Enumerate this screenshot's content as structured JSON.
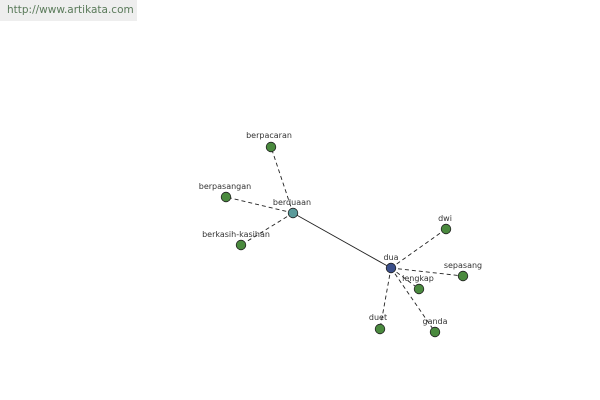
{
  "site_url": "http://www.artikata.com",
  "colors": {
    "center_node": "#3b4f8a",
    "hub_node": "#5a9a9a",
    "leaf_node": "#4a8a3e",
    "edge": "#222222"
  },
  "graph": {
    "nodes": [
      {
        "id": "dua",
        "label": "dua",
        "kind": "center"
      },
      {
        "id": "berduaan",
        "label": "berduaan",
        "kind": "hub"
      },
      {
        "id": "berpacaran",
        "label": "berpacaran",
        "kind": "leaf"
      },
      {
        "id": "berpasangan",
        "label": "berpasangan",
        "kind": "leaf"
      },
      {
        "id": "berkasih-kasihan",
        "label": "berkasih-kasihan",
        "kind": "leaf"
      },
      {
        "id": "dwi",
        "label": "dwi",
        "kind": "leaf"
      },
      {
        "id": "sepasang",
        "label": "sepasang",
        "kind": "leaf"
      },
      {
        "id": "lengkap",
        "label": "lengkap",
        "kind": "leaf"
      },
      {
        "id": "duet",
        "label": "duet",
        "kind": "leaf"
      },
      {
        "id": "ganda",
        "label": "ganda",
        "kind": "leaf"
      }
    ],
    "edges": [
      {
        "from": "dua",
        "to": "berduaan",
        "style": "solid"
      },
      {
        "from": "berduaan",
        "to": "berpacaran",
        "style": "dashed"
      },
      {
        "from": "berduaan",
        "to": "berpasangan",
        "style": "dashed"
      },
      {
        "from": "berduaan",
        "to": "berkasih-kasihan",
        "style": "dashed"
      },
      {
        "from": "dua",
        "to": "dwi",
        "style": "dashed"
      },
      {
        "from": "dua",
        "to": "sepasang",
        "style": "dashed"
      },
      {
        "from": "dua",
        "to": "lengkap",
        "style": "dashed"
      },
      {
        "from": "dua",
        "to": "duet",
        "style": "dashed"
      },
      {
        "from": "dua",
        "to": "ganda",
        "style": "dashed"
      }
    ]
  }
}
